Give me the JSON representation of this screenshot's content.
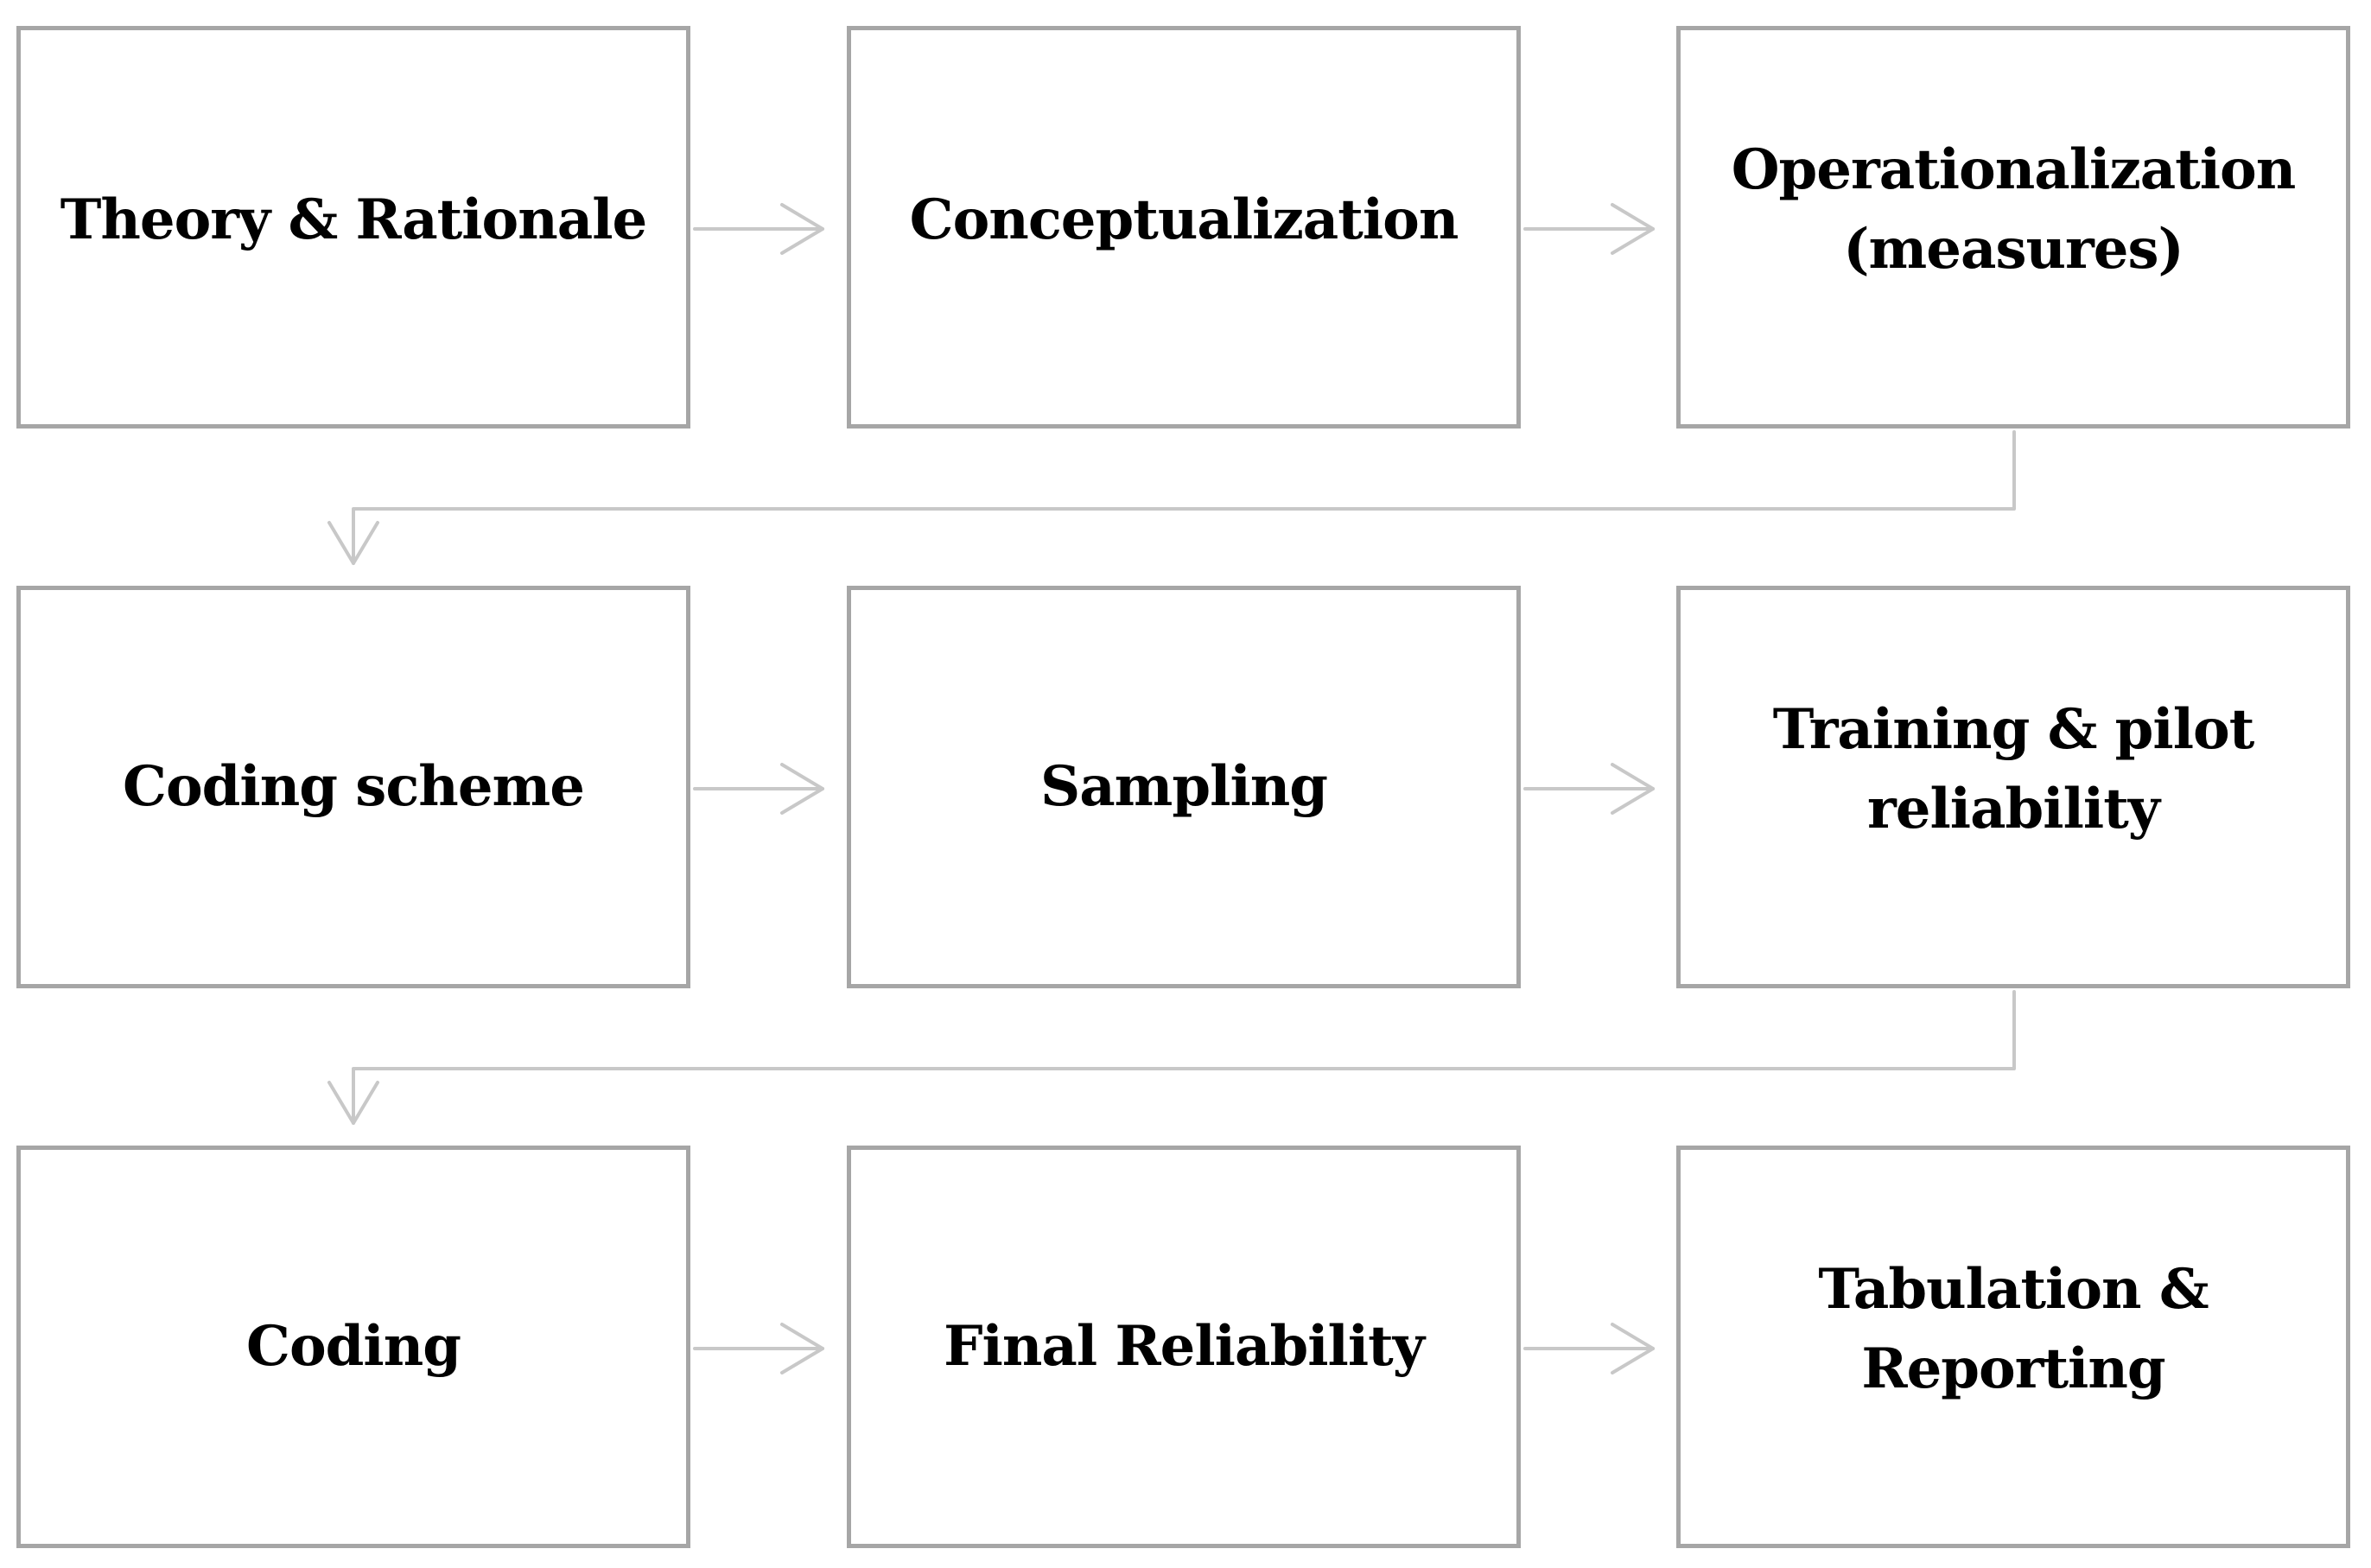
{
  "diagram": {
    "steps": [
      {
        "label": "Theory & Rationale"
      },
      {
        "label": "Conceptualization"
      },
      {
        "label": "Operationalization\n(measures)"
      },
      {
        "label": "Coding scheme"
      },
      {
        "label": "Sampling"
      },
      {
        "label": "Training & pilot\nreliability"
      },
      {
        "label": "Coding"
      },
      {
        "label": "Final Reliability"
      },
      {
        "label": "Tabulation &\nReporting"
      }
    ],
    "colors": {
      "box_border": "#a6a6a6",
      "connector": "#c8c8c8",
      "text": "#000000",
      "background": "#ffffff"
    }
  }
}
